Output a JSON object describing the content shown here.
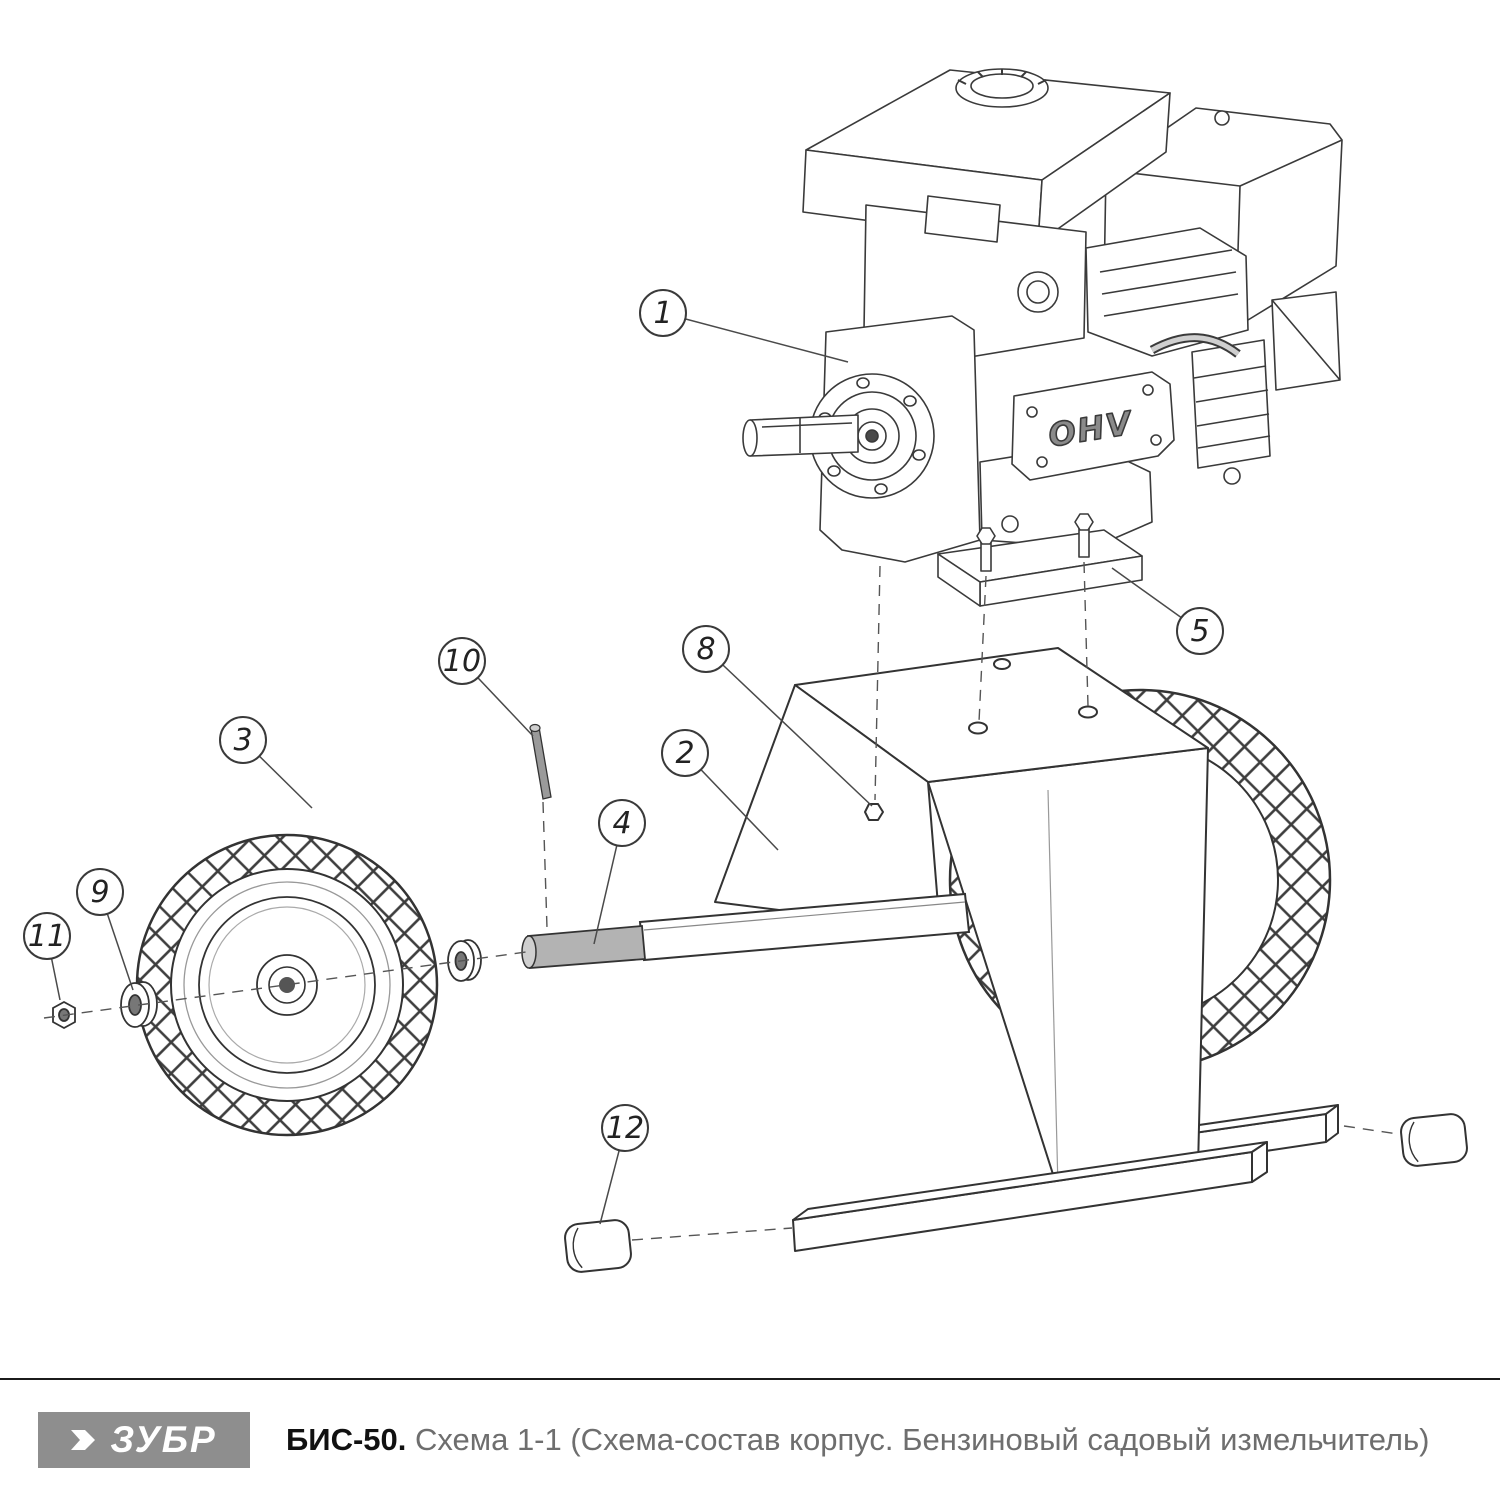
{
  "diagram": {
    "engine_label": "OHV",
    "callouts": [
      {
        "label": "1"
      },
      {
        "label": "2"
      },
      {
        "label": "3"
      },
      {
        "label": "4"
      },
      {
        "label": "5"
      },
      {
        "label": "8"
      },
      {
        "label": "9"
      },
      {
        "label": "10"
      },
      {
        "label": "11"
      },
      {
        "label": "12"
      }
    ]
  },
  "footer": {
    "brand": "ЗУБР",
    "model": "БИС-50.",
    "subtitle": "Схема 1-1 (Схема-состав корпус. Бензиновый садовый измельчитель)"
  }
}
